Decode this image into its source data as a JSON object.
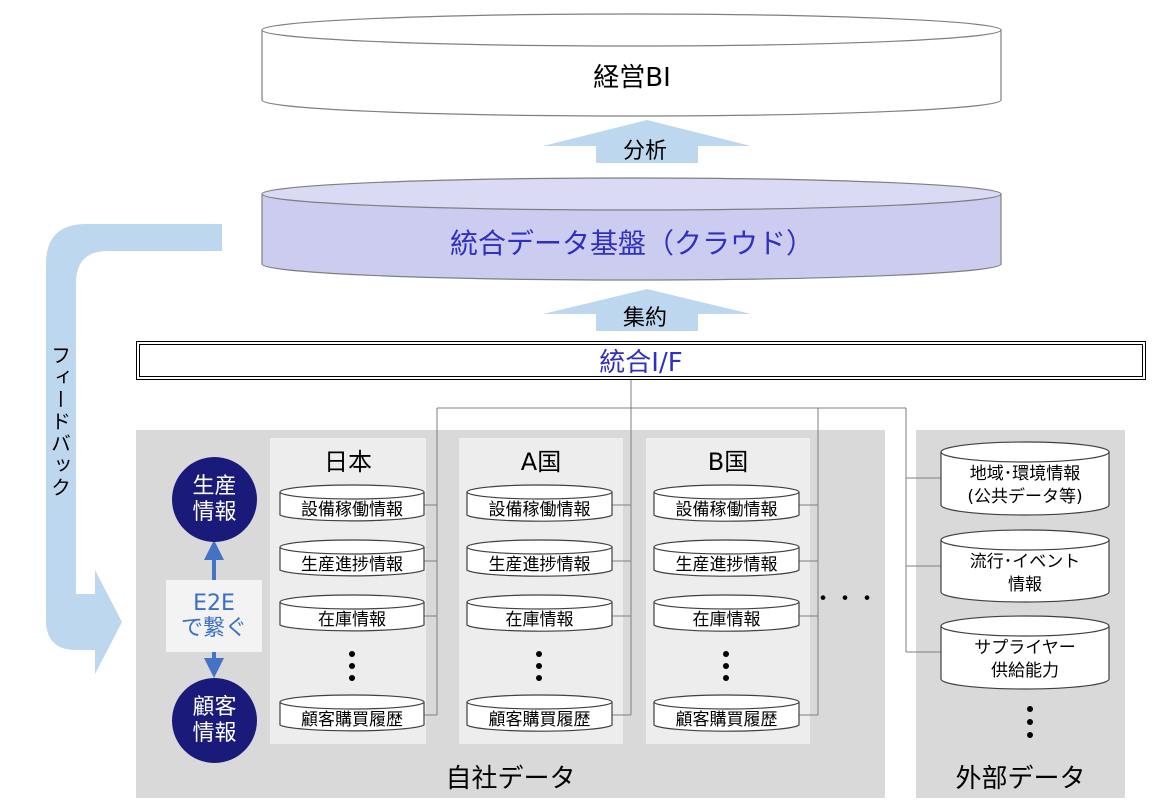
{
  "top": {
    "bi_label": "経営BI",
    "analyze_label": "分析",
    "cloud_label": "統合データ基盤（クラウド）",
    "aggregate_label": "集約",
    "if_label": "統合I/F"
  },
  "feedback_label": "フィードバック",
  "own_data": {
    "label": "自社データ",
    "countries": [
      {
        "name": "日本",
        "items": [
          "設備稼働情報",
          "生産進捗情報",
          "在庫情報",
          "顧客購買履歴"
        ]
      },
      {
        "name": "A国",
        "items": [
          "設備稼働情報",
          "生産進捗情報",
          "在庫情報",
          "顧客購買履歴"
        ]
      },
      {
        "name": "B国",
        "items": [
          "設備稼働情報",
          "生産進捗情報",
          "在庫情報",
          "顧客購買履歴"
        ]
      }
    ],
    "more_dots": "・・・",
    "production_circle": {
      "line1": "生産",
      "line2": "情報"
    },
    "customer_circle": {
      "line1": "顧客",
      "line2": "情報"
    },
    "e2e": {
      "line1": "E2E",
      "line2": "で繋ぐ"
    }
  },
  "external_data": {
    "label": "外部データ",
    "items": [
      {
        "line1": "地域･環境情報",
        "line2": "(公共データ等)"
      },
      {
        "line1": "流行･イベント",
        "line2": "情報"
      },
      {
        "line1": "サプライヤー",
        "line2": "供給能力"
      }
    ]
  },
  "colors": {
    "cloud_fill": "#ccccf0",
    "arrow_fill": "#bdd7ee",
    "accent_text": "#2f2fc0",
    "circle_fill": "#1a1a7a",
    "e2e_arrow": "#4472c4",
    "region_gray": "#d9d9d9"
  }
}
